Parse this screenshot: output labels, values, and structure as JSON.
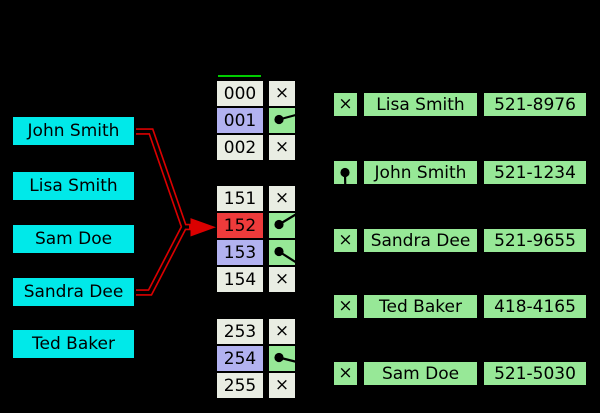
{
  "colors": {
    "bg": "#000000",
    "ink": "#000000",
    "key_fill": "#00E9E9",
    "cell_light": "#E9EDE3",
    "cell_purple": "#B2B2F0",
    "cell_red": "#EE3B3B",
    "cell_green": "#97E897",
    "line_green": "#00CC00",
    "arrow_red": "#DA0000"
  },
  "icons": {
    "null_pointer": "×",
    "pointer_dot": "●"
  },
  "keys": [
    {
      "label": "John Smith"
    },
    {
      "label": "Lisa Smith"
    },
    {
      "label": "Sam Doe"
    },
    {
      "label": "Sandra Dee"
    },
    {
      "label": "Ted Baker"
    }
  ],
  "buckets": {
    "groups": [
      {
        "rows": [
          {
            "index": "000",
            "slot": "null"
          },
          {
            "index": "001",
            "slot": "pointer"
          },
          {
            "index": "002",
            "slot": "null"
          }
        ]
      },
      {
        "rows": [
          {
            "index": "151",
            "slot": "null"
          },
          {
            "index": "152",
            "slot": "pointer"
          },
          {
            "index": "153",
            "slot": "pointer"
          },
          {
            "index": "154",
            "slot": "null"
          }
        ]
      },
      {
        "rows": [
          {
            "index": "253",
            "slot": "null"
          },
          {
            "index": "254",
            "slot": "pointer"
          },
          {
            "index": "255",
            "slot": "null"
          }
        ]
      }
    ]
  },
  "records": [
    {
      "next": "null",
      "name": "Lisa Smith",
      "phone": "521-8976"
    },
    {
      "next": "pointer",
      "name": "John Smith",
      "phone": "521-1234"
    },
    {
      "next": "null",
      "name": "Sandra Dee",
      "phone": "521-9655"
    },
    {
      "next": "null",
      "name": "Ted Baker",
      "phone": "418-4165"
    },
    {
      "next": "null",
      "name": "Sam Doe",
      "phone": "521-5030"
    }
  ]
}
